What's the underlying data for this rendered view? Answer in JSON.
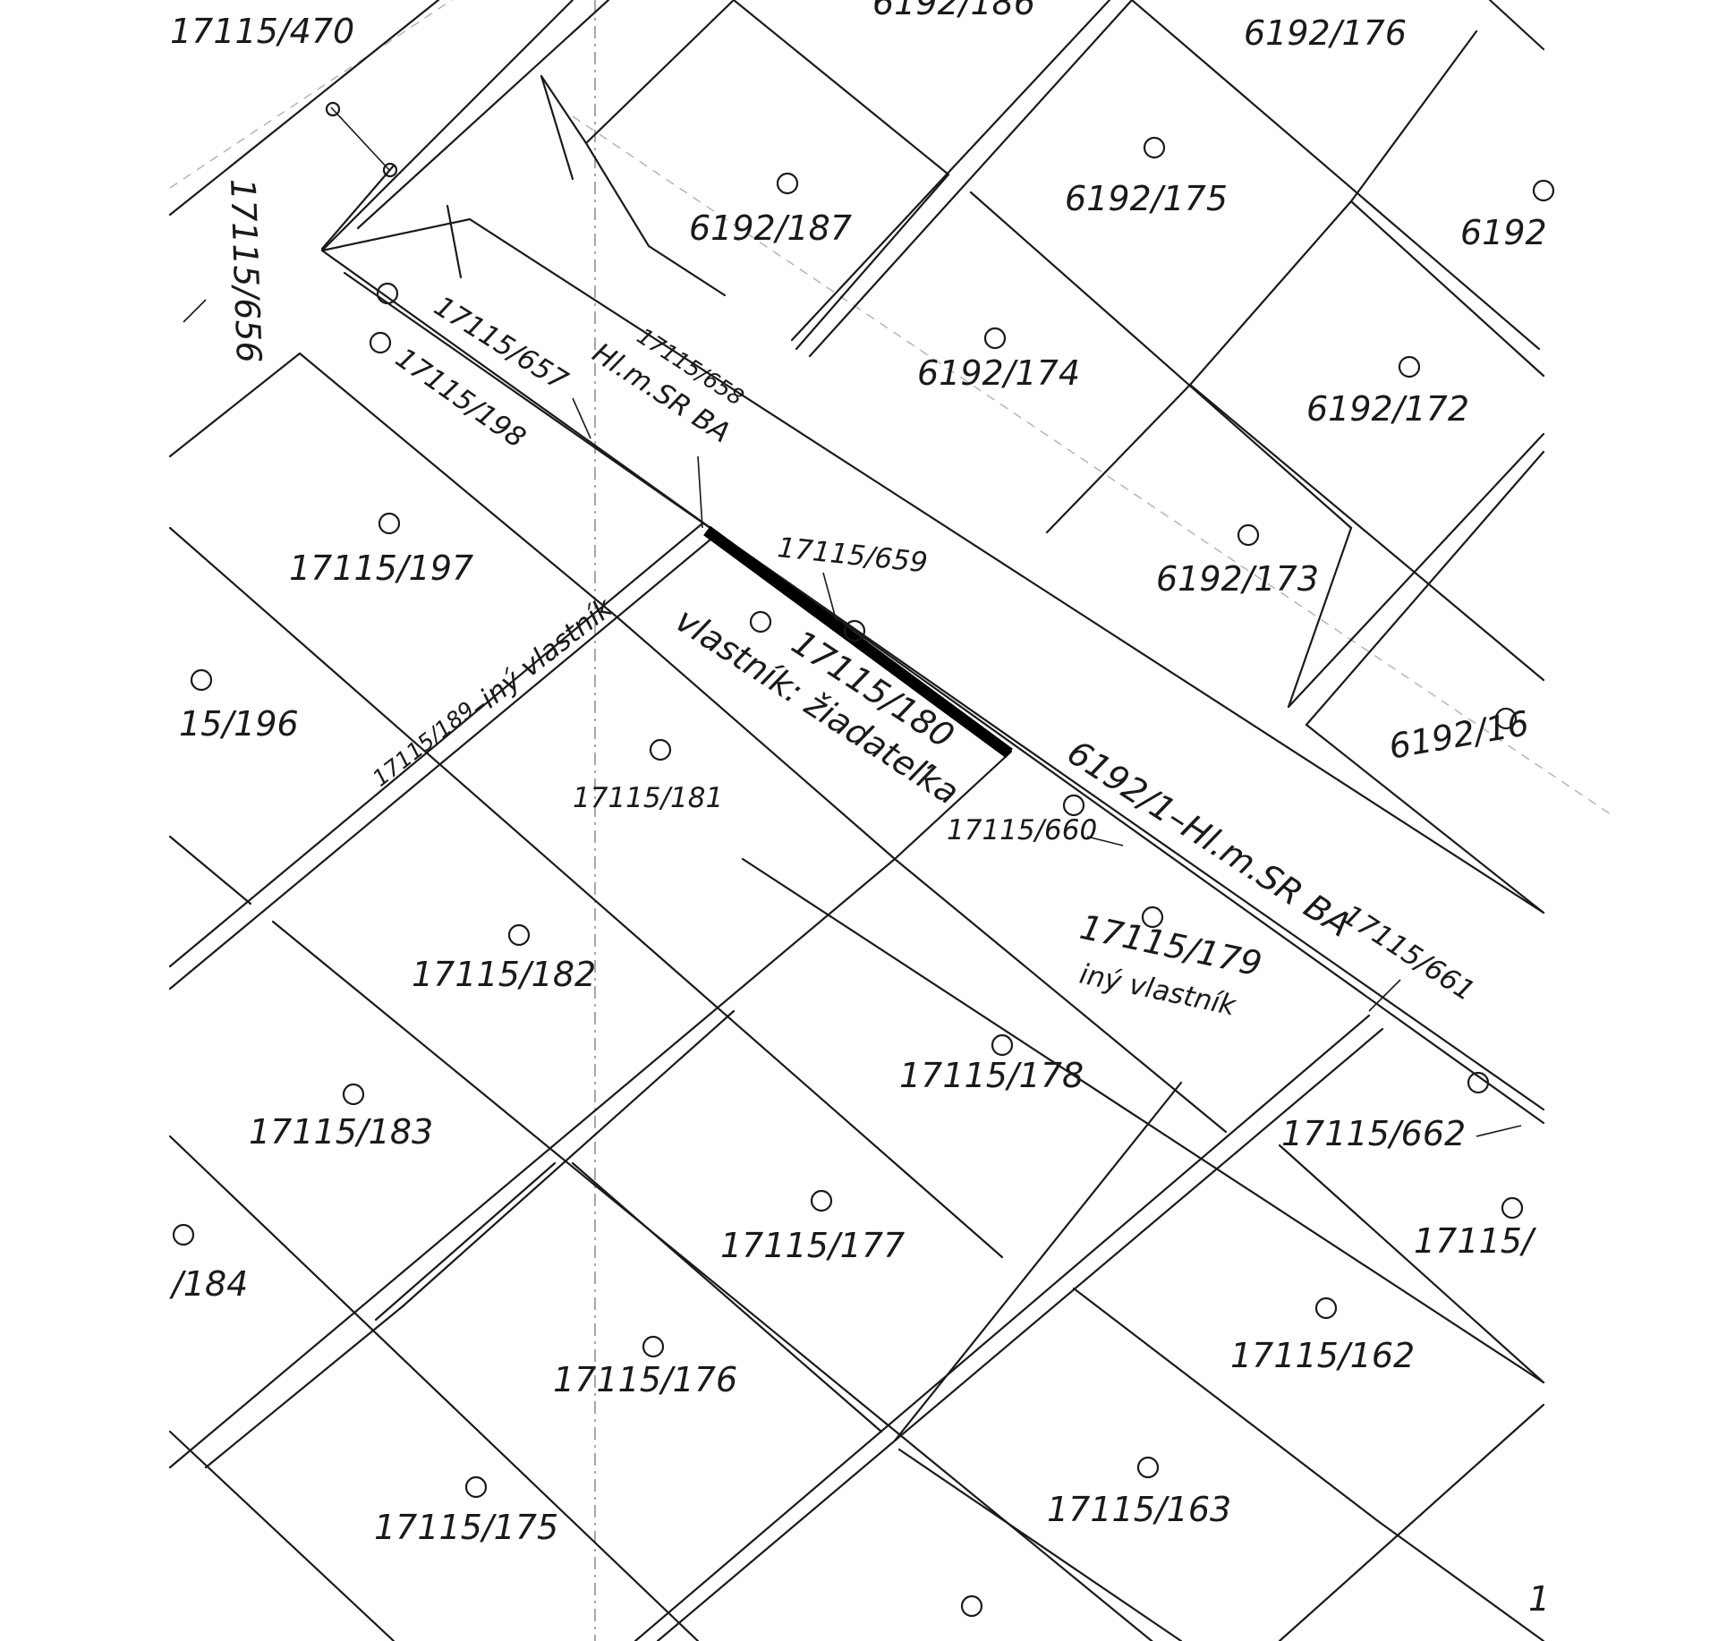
{
  "parcels": [
    {
      "id": "p-17115-470",
      "label": "17115/470"
    },
    {
      "id": "p-6192-186",
      "label": "6192/186"
    },
    {
      "id": "p-6192-176",
      "label": "6192/176"
    },
    {
      "id": "p-6192-187",
      "label": "6192/187"
    },
    {
      "id": "p-6192-175",
      "label": "6192/175"
    },
    {
      "id": "p-6192-edge",
      "label": "6192"
    },
    {
      "id": "p-17115-656",
      "label": "17115/656"
    },
    {
      "id": "p-6192-174",
      "label": "6192/174"
    },
    {
      "id": "p-6192-172",
      "label": "6192/172"
    },
    {
      "id": "p-17115-657",
      "label": "17115/657"
    },
    {
      "id": "p-17115-198",
      "label": "17115/198"
    },
    {
      "id": "p-17115-658",
      "label": "17115/658"
    },
    {
      "id": "p-17115-197",
      "label": "17115/197"
    },
    {
      "id": "p-17115-659",
      "label": "17115/659"
    },
    {
      "id": "p-6192-173",
      "label": "6192/173"
    },
    {
      "id": "p-17115-180",
      "label": "17115/180"
    },
    {
      "id": "p-15-196",
      "label": "15/196"
    },
    {
      "id": "p-6192-16x",
      "label": "6192/16"
    },
    {
      "id": "p-17115-181",
      "label": "17115/181"
    },
    {
      "id": "p-17115-660",
      "label": "17115/660"
    },
    {
      "id": "p-17115-182",
      "label": "17115/182"
    },
    {
      "id": "p-17115-179",
      "label": "17115/179"
    },
    {
      "id": "p-17115-661",
      "label": "17115/661"
    },
    {
      "id": "p-17115-178",
      "label": "17115/178"
    },
    {
      "id": "p-17115-183",
      "label": "17115/183"
    },
    {
      "id": "p-17115-662",
      "label": "17115/662"
    },
    {
      "id": "p-184",
      "label": "/184"
    },
    {
      "id": "p-17115-177",
      "label": "17115/177"
    },
    {
      "id": "p-17115-edge",
      "label": "17115/"
    },
    {
      "id": "p-17115-162",
      "label": "17115/162"
    },
    {
      "id": "p-17115-176",
      "label": "17115/176"
    },
    {
      "id": "p-17115-175",
      "label": "17115/175"
    },
    {
      "id": "p-17115-163",
      "label": "17115/163"
    },
    {
      "id": "p-edge-1",
      "label": "1"
    }
  ],
  "annotations": {
    "owner_state_658": "Hl.m.SR  BA",
    "road_189": "17115/189",
    "road_189_owner": "–iný  vlastník",
    "road_6192_1": "6192/1–Hl.m.SR  BA",
    "owner_180": "vlastník:  žiadateľka",
    "owner_179": "iný  vlastník"
  },
  "colors": {
    "ink": "#1a1a1a",
    "background": "#ffffff",
    "highlight_boundary": "#000000"
  }
}
